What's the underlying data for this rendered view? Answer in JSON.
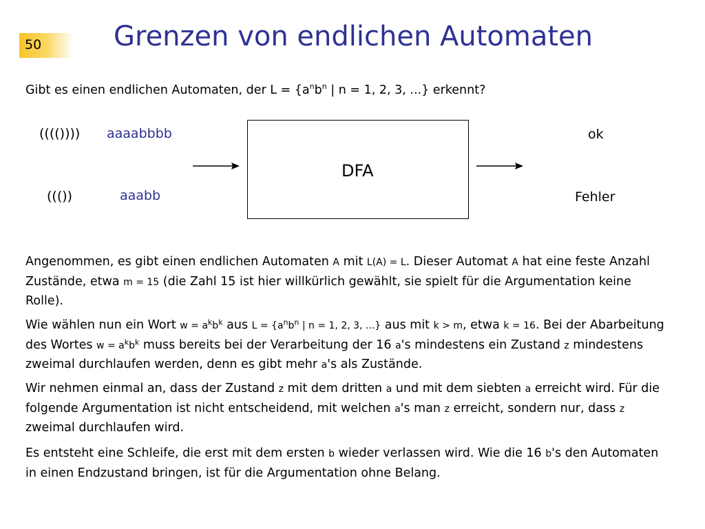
{
  "slide_number": "50",
  "title": "Grenzen von endlichen Automaten",
  "question": {
    "prefix": "Gibt es einen endlichen Automaten, der L = {a",
    "sup_n1": "n",
    "b": "b",
    "sup_n2": "n",
    "suffix": " | n = 1, 2, 3, ...} erkennt?"
  },
  "diagram": {
    "input1_parens": "(((())))",
    "input1_word": "aaaabbbb",
    "input2_parens": "((())",
    "input2_word": "aaabb",
    "box_label": "DFA",
    "output1": "ok",
    "output2": "Fehler"
  },
  "p1": {
    "t1": "Angenommen, es gibt einen endlichen Automaten ",
    "m1": "A",
    "t2": " mit ",
    "m2": "L(A) = L",
    "t3": ". Dieser Automat ",
    "m3": "A",
    "t4": " hat eine feste Anzahl Zustände, etwa ",
    "m4": "m = 15",
    "t5": " (die Zahl 15 ist hier willkürlich gewählt, sie spielt für die Argumentation keine Rolle)."
  },
  "p2": {
    "t1": "Wie wählen nun ein Wort ",
    "m1": "w = a",
    "s1": "k",
    "m1b": "b",
    "s1b": "k",
    "t2": " aus ",
    "m2": "L = {a",
    "s2": "n",
    "m2b": "b",
    "s2b": "n",
    "m2c": " | n = 1, 2, 3, ...}",
    "t3": " aus mit ",
    "m3": "k > m",
    "t4": ", etwa ",
    "m4": "k = 16",
    "t5": ". Bei der Abarbeitung des Wortes ",
    "m5": "w = a",
    "s5": "k",
    "m5b": "b",
    "s5b": "k",
    "t6": " muss bereits bei der Verarbeitung der 16 ",
    "m6": "a",
    "t7": "'s mindestens ein Zustand ",
    "m7": "z",
    "t8": " mindestens zweimal durchlaufen werden, denn es gibt mehr ",
    "m8": "a",
    "t9": "'s als Zustände."
  },
  "p3": {
    "t1": "Wir nehmen einmal an, dass der Zustand ",
    "m1": "z",
    "t2": " mit dem dritten ",
    "m2": "a",
    "t3": " und mit dem siebten ",
    "m3": "a",
    "t4": " erreicht wird. Für die folgende Argumentation ist nicht entscheidend, mit welchen ",
    "m4": "a",
    "t5": "'s man ",
    "m5": "z",
    "t6": " erreicht, sondern nur, dass ",
    "m6": "z",
    "t7": " zweimal durchlaufen wird."
  },
  "p4": {
    "t1": "Es entsteht eine Schleife, die erst mit dem ersten ",
    "m1": "b",
    "t2": " wieder verlassen wird. Wie die 16 ",
    "m2": "b",
    "t3": "'s den Automaten in einen Endzustand bringen, ist für die Argumentation ohne Belang."
  },
  "colors": {
    "title": "#2e3192",
    "highlight_words": "#2e3192",
    "slide_number_bg": "#f7c52a"
  }
}
